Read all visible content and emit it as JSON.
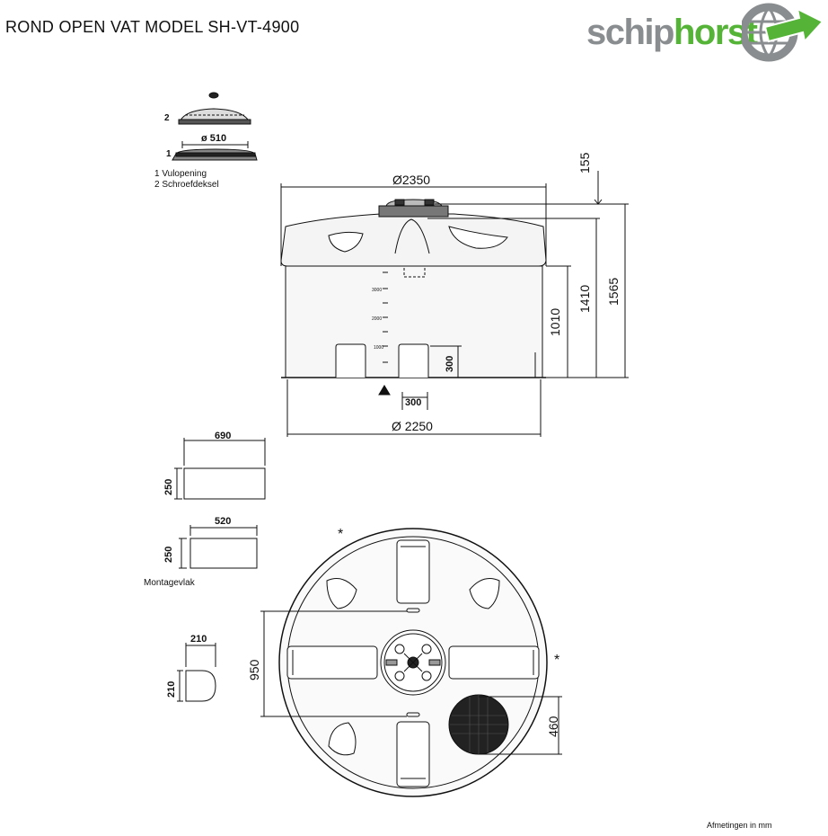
{
  "header": {
    "title": "ROND OPEN VAT MODEL SH-VT-4900",
    "logo_part1": "schip",
    "logo_part2": "horst"
  },
  "legend": {
    "marker_1": "1",
    "marker_2": "2",
    "item_1": "1 Vulopening",
    "item_2": "2 Schroefdeksel",
    "opening_dim": "ø 510"
  },
  "side_view": {
    "top_diameter": "Ø2350",
    "bottom_diameter": "Ø 2250",
    "lid_height": "155",
    "height_shoulder": "1410",
    "height_total": "1565",
    "height_wall": "1010",
    "foot_height": "300",
    "foot_width": "300",
    "scale_labels": [
      "3000",
      "2000",
      "1000"
    ]
  },
  "blocks": {
    "block_a_width": "690",
    "block_a_height": "250",
    "block_b_width": "520",
    "block_b_height": "250",
    "block_b_label": "Montagevlak",
    "block_c_width": "210",
    "block_c_height": "210"
  },
  "top_view": {
    "dim_950": "950",
    "dim_460": "460",
    "asterisk": "*"
  },
  "footer": {
    "units": "Afmetingen in mm"
  }
}
